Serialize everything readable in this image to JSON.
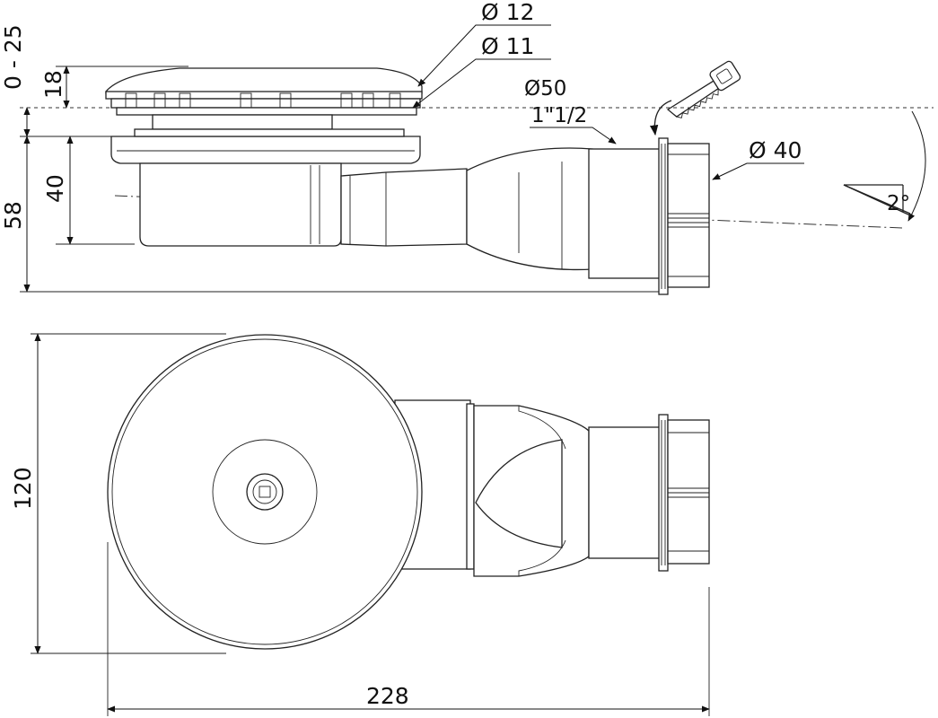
{
  "labels": {
    "dia12": "Ø 12",
    "dia11": "Ø 11",
    "dia50": "Ø50",
    "thread": "1\"1/2",
    "dia40": "Ø 40",
    "angle": "2°",
    "dim_0_25": "0 - 25",
    "dim_18": "18",
    "dim_40": "40",
    "dim_58": "58",
    "dim_120": "120",
    "dim_228": "228"
  },
  "icons": {
    "saw": "saw-icon",
    "cut_arrow": "curved-arrow-icon",
    "slope": "slope-triangle-icon"
  }
}
